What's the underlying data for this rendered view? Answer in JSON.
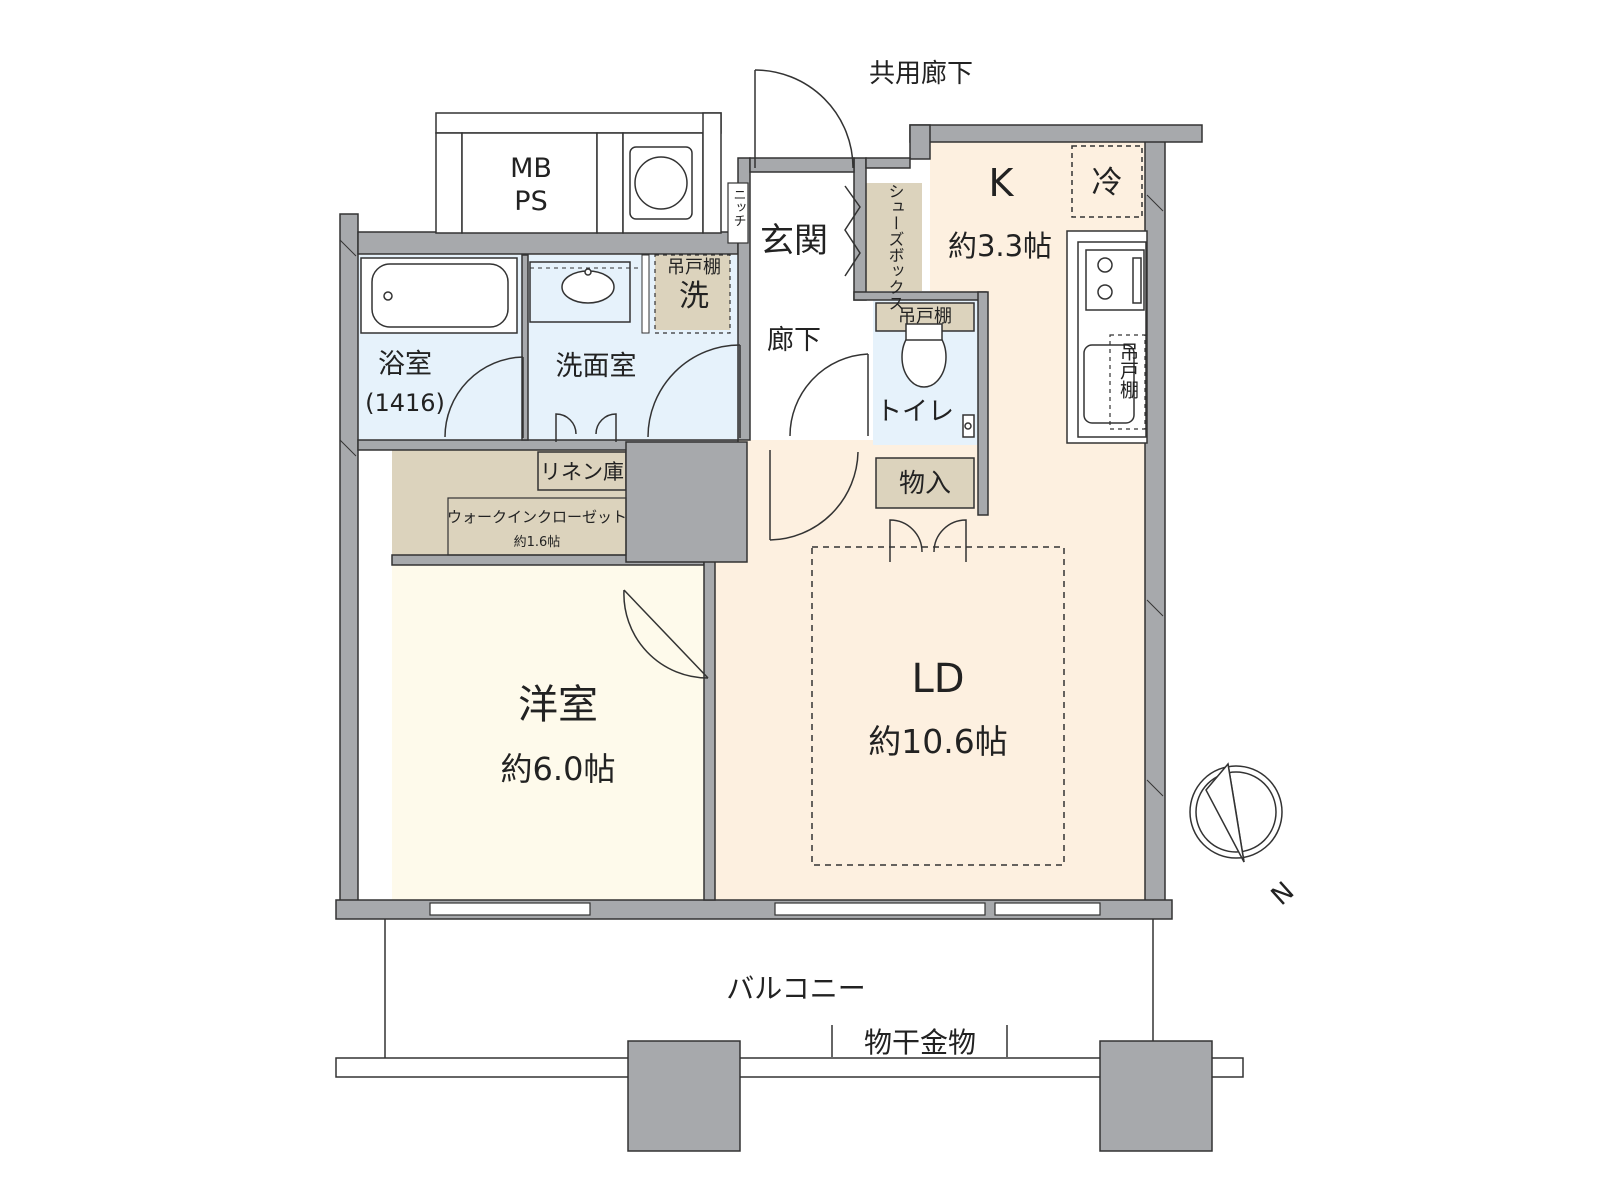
{
  "labels": {
    "corridor_common": "共用廊下",
    "mbps_1": "MB",
    "mbps_2": "PS",
    "kitchen": "K",
    "kitchen_size": "約3.3帖",
    "fridge": "冷",
    "niche": "ニッチ",
    "genkan": "玄関",
    "shoebox": "シューズボックス",
    "hanger_shelf_laundry": "吊戸棚",
    "laundry": "洗",
    "bathroom": "浴室",
    "bathroom_size": "(1416)",
    "washroom": "洗面室",
    "hallway": "廊下",
    "toilet_shelf": "吊戸棚",
    "toilet": "トイレ",
    "kitchen_shelf": "吊戸棚",
    "storage": "物入",
    "linen": "リネン庫",
    "wic": "ウォークインクローゼット",
    "wic_size": "約1.6帖",
    "ld": "LD",
    "ld_size": "約10.6帖",
    "western_room": "洋室",
    "western_size": "約6.0帖",
    "balcony": "バルコニー",
    "clothes_drying": "物干金物",
    "north": "N"
  },
  "colors": {
    "wall": "#a7a9ac",
    "wet_area": "#e6f2fb",
    "kitchen_ld": "#fdf0e0",
    "western_room": "#fefaeb",
    "storage": "#dcd3bd",
    "pillar": "#a7a9ac",
    "line": "#333333"
  }
}
